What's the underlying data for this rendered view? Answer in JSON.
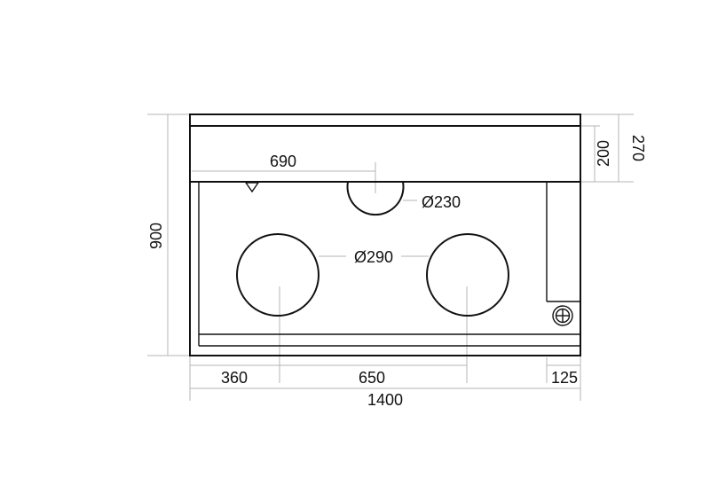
{
  "colors": {
    "outline": "#111111",
    "dimension_line": "#b4b4b4",
    "background": "#ffffff"
  },
  "dimensions": {
    "overall_width": "1400",
    "overall_height": "900",
    "top_offset_outer": "270",
    "top_offset_inner": "200",
    "small_hole_position": "690",
    "left_hole_position": "360",
    "hole_spacing": "650",
    "right_margin": "125"
  },
  "holes": {
    "small_diameter": "Ø230",
    "large_diameter": "Ø290"
  },
  "icons": {
    "terminal": "earth-terminal-icon",
    "marker": "triangle-marker-icon"
  }
}
